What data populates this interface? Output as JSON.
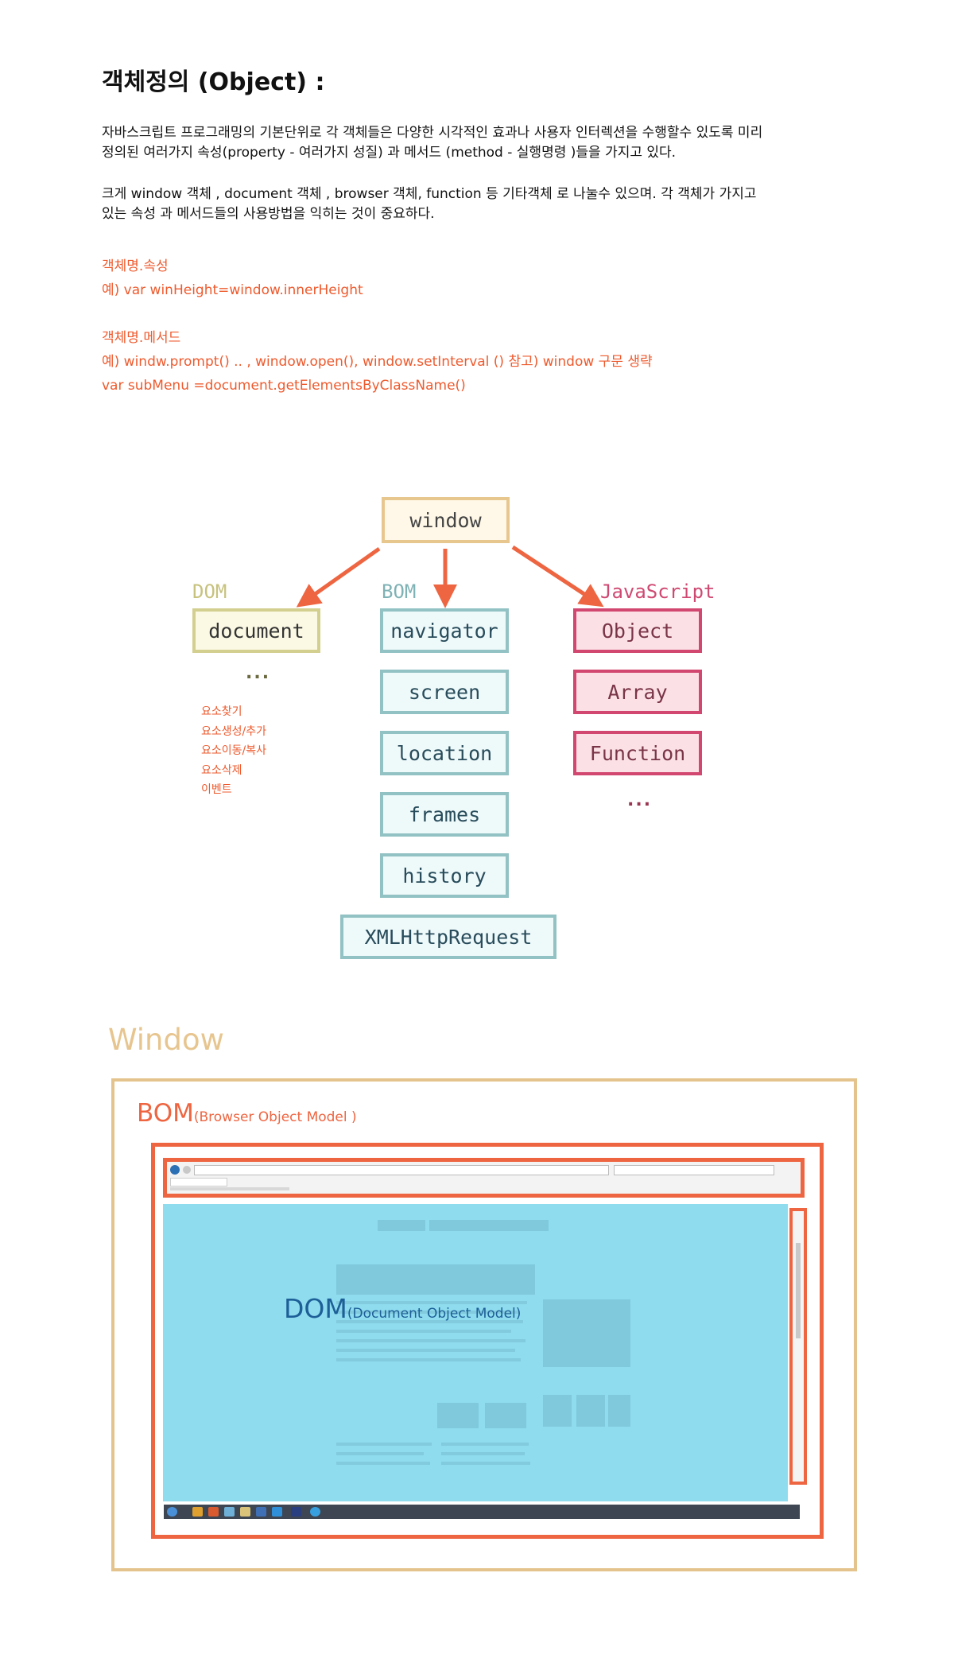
{
  "intro": {
    "title": "객체정의 (Object) :",
    "paragraph1_line1": "자바스크립트 프로그래밍의 기본단위로 각 객체들은 다양한 시각적인 효과나 사용자 인터렉션을 수행할수 있도록  미리",
    "paragraph1_line2": "정의된 여러가지 속성(property - 여러가지 성질) 과 메서드 (method - 실행명령 )들을 가지고 있다.",
    "paragraph2_line1": "크게 window 객체 , document 객체 , browser 객체,  function 등 기타객체 로 나눌수 있으며.  각 객체가 가지고",
    "paragraph2_line2": "있는 속성 과 메서드들의 사용방법을  익히는 것이 중요하다.",
    "property_syntax": "객체명.속성",
    "property_example": "예) var winHeight=window.innerHeight",
    "method_syntax": "객체명.메서드",
    "method_example": " 예) windw.prompt() .. , window.open(),  window.setInterval ()     참고) window 구문 생략",
    "method_example2": "var subMenu =document.getElementsByClassName()"
  },
  "diagram": {
    "root": "window",
    "dom": {
      "label": "DOM",
      "items": [
        "document"
      ],
      "more": "...",
      "notes": [
        "요소찾기",
        "요소생성/추가",
        "요소이동/복사",
        "요소삭제",
        "이벤트"
      ]
    },
    "bom": {
      "label": "BOM",
      "items": [
        "navigator",
        "screen",
        "location",
        "frames",
        "history",
        "XMLHttpRequest"
      ]
    },
    "js": {
      "label": "JavaScript",
      "items": [
        "Object",
        "Array",
        "Function"
      ],
      "more": "..."
    },
    "colors": {
      "arrow": "#ee6541",
      "window_border": "#e8c78e",
      "dom_border": "#d3cf8f",
      "bom_border": "#92c2c3",
      "js_border": "#d2476f"
    }
  },
  "illustration": {
    "window_label": "Window",
    "bom_label": "BOM",
    "bom_sub": "(Browser Object Model )",
    "dom_label": "DOM",
    "dom_sub": "(Document Object Model)",
    "colors": {
      "window_frame": "#e4c48c",
      "bom_frame": "#ee6541",
      "dom_fill": "#8fdcef",
      "dom_text": "#1d5f97"
    }
  }
}
